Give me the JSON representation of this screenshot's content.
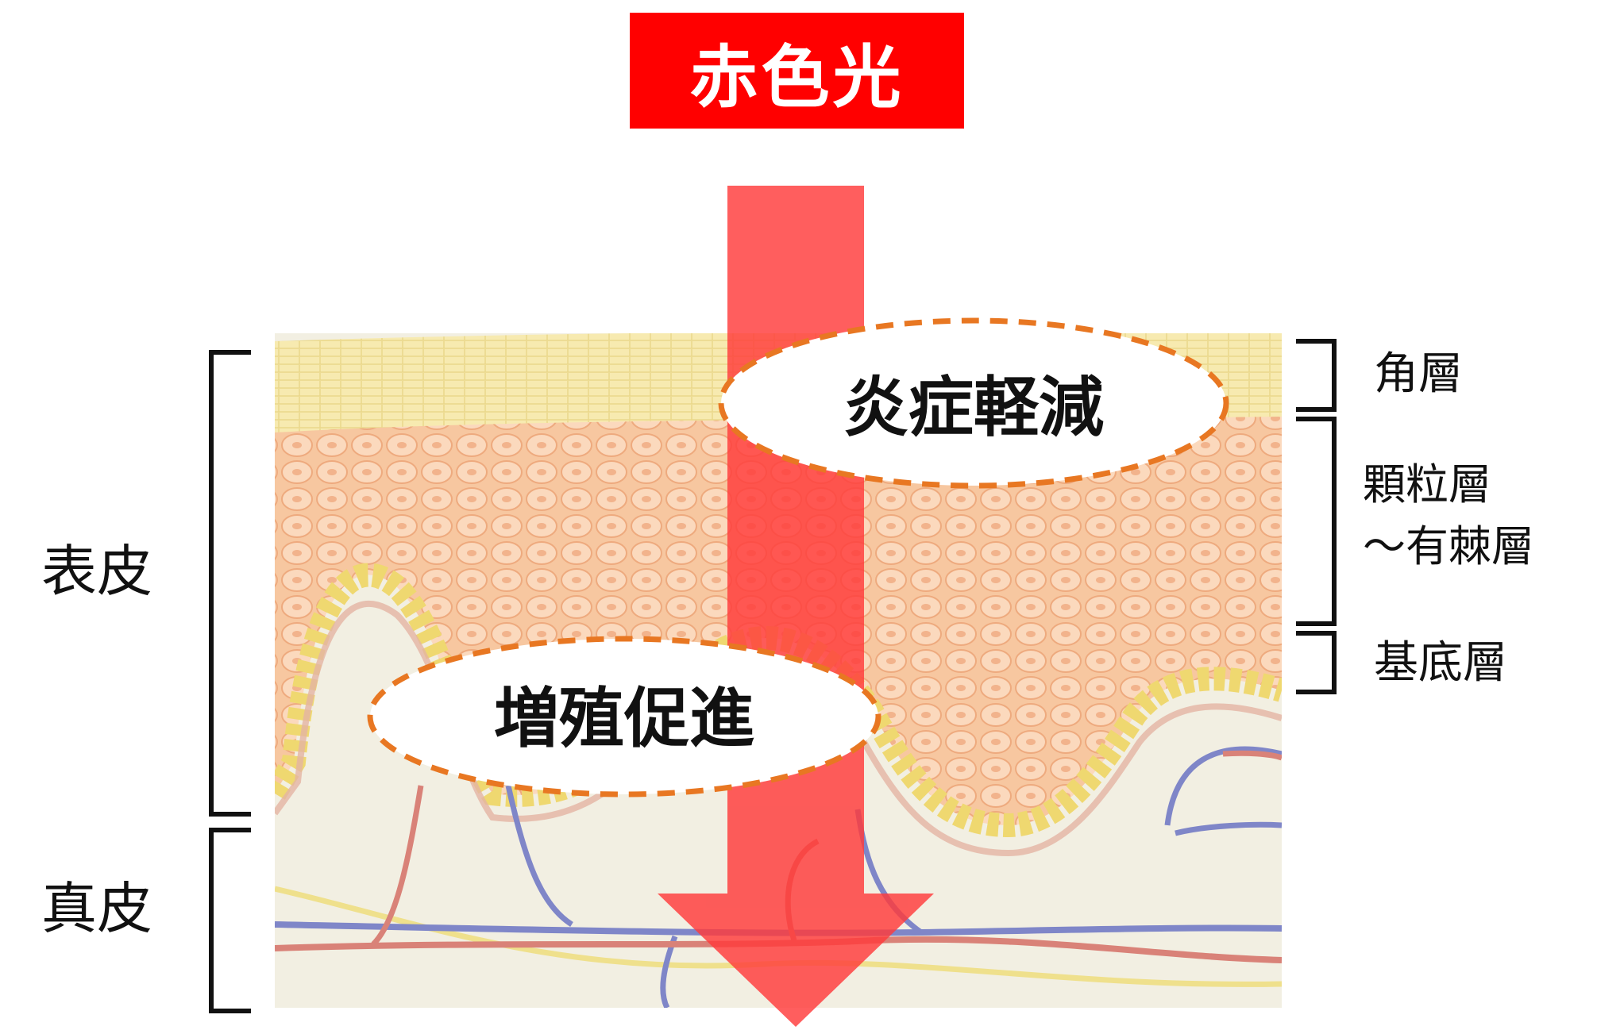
{
  "title": "赤色光",
  "labels": {
    "epidermis": "表皮",
    "dermis": "真皮",
    "stratum_corneum": "角層",
    "granular_spinous_line1": "顆粒層",
    "granular_spinous_line2": "～有棘層",
    "basal_layer": "基底層"
  },
  "callouts": {
    "inflammation": "炎症軽減",
    "proliferation": "増殖促進"
  },
  "colors": {
    "title_bg": "#ff0000",
    "arrow": "#ff3b3b",
    "callout_border": "#e87722",
    "corneum": "#f7e8a8",
    "cells": "#f7c49a",
    "basal": "#f3e27a",
    "dermis": "#f2efe2",
    "artery": "#d98278",
    "vein": "#7f86c8",
    "nerve": "#efe08c"
  }
}
